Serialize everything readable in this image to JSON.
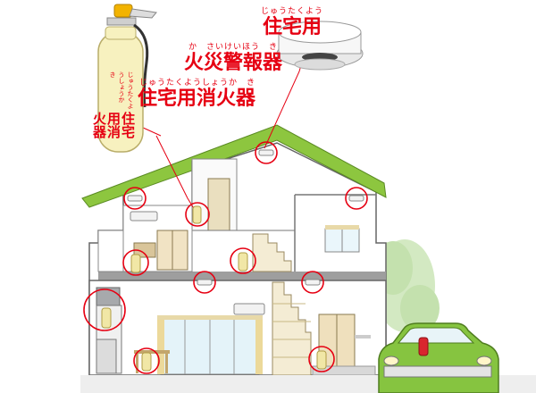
{
  "labels": {
    "alarm_ruby_1": "じゅうたくよう",
    "alarm_main_1": "住宅用",
    "alarm_ruby_2": "か　さいけいほう　き",
    "alarm_main_2": "火災警報器",
    "ext_ruby": "じゅうたくようしょうか　き",
    "ext_main": "住宅用消火器",
    "ext_vertical_ruby": "じゅうたくようしょうか　き",
    "ext_vertical_main": "住宅用消火器"
  },
  "colors": {
    "accent_red": "#e60012",
    "roof_green": "#8dc63f",
    "wall": "#ffffff",
    "outline": "#555555",
    "floor_gray": "#9e9e9e",
    "extinguisher_yellow": "#f7f1bf",
    "car_green": "#86c440",
    "tree_green": "#c9e3b6"
  }
}
